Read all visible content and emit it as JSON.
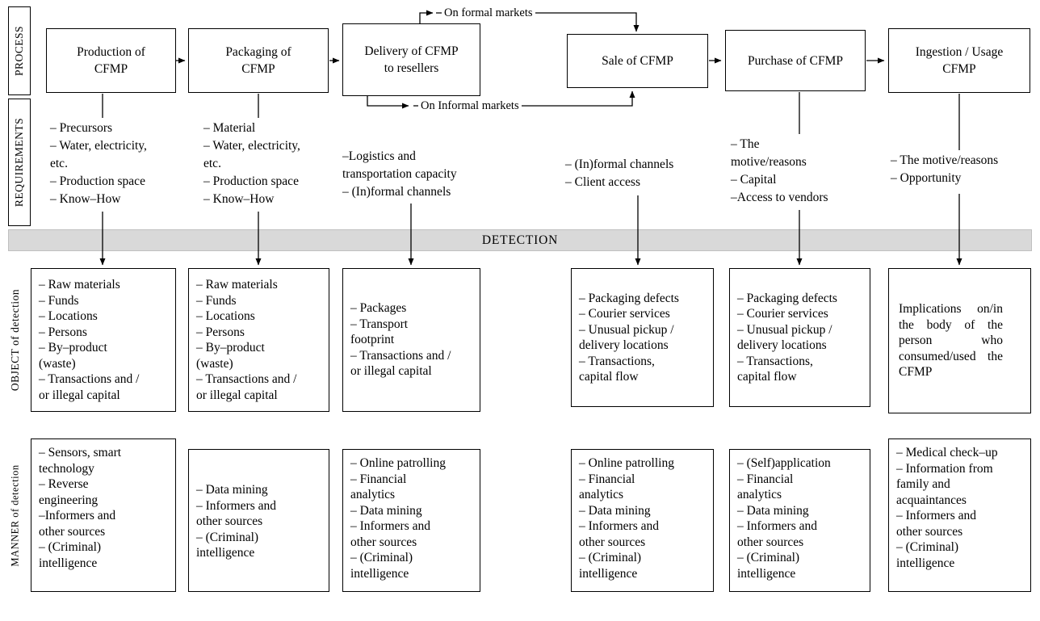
{
  "colors": {
    "detection_bar_bg": "#d9d9d9",
    "line_color": "#000000"
  },
  "row_labels": {
    "process": "PROCESS",
    "requirements": "REQUIREMENTS",
    "object": "OBJECT of detection",
    "manner": "MANNER of detection"
  },
  "detection": {
    "label": "DETECTION"
  },
  "market_routes": {
    "formal": "On formal markets",
    "informal": "On Informal markets"
  },
  "columns": [
    {
      "id": "production",
      "process": "Production of\nCFMP",
      "requirements": "– Precursors\n– Water, electricity,\netc.\n– Production space\n– Know–How",
      "object": "– Raw materials\n– Funds\n– Locations\n– Persons\n– By–product\n(waste)\n– Transactions and /\nor illegal capital",
      "manner": "– Sensors, smart\ntechnology\n– Reverse\nengineering\n–Informers and\nother sources\n– (Criminal)\nintelligence"
    },
    {
      "id": "packaging",
      "process": "Packaging of\nCFMP",
      "requirements": "– Material\n– Water, electricity,\netc.\n– Production space\n– Know–How",
      "object": "– Raw materials\n– Funds\n– Locations\n– Persons\n– By–product\n(waste)\n– Transactions and /\nor illegal capital",
      "manner": "– Data mining\n– Informers and\nother sources\n– (Criminal)\nintelligence"
    },
    {
      "id": "delivery",
      "process": "Delivery of CFMP\nto resellers",
      "requirements": "–Logistics and\ntransportation capacity\n– (In)formal channels",
      "object": "– Packages\n– Transport\nfootprint\n– Transactions and /\nor illegal capital",
      "manner": "– Online patrolling\n– Financial\nanalytics\n– Data mining\n– Informers and\nother sources\n– (Criminal)\nintelligence"
    },
    {
      "id": "sale",
      "process": "Sale of CFMP",
      "requirements": "– (In)formal channels\n– Client access",
      "object": "– Packaging defects\n– Courier services\n– Unusual pickup /\ndelivery locations\n– Transactions,\ncapital flow",
      "manner": "– Online patrolling\n– Financial\nanalytics\n– Data mining\n– Informers and\nother sources\n– (Criminal)\nintelligence"
    },
    {
      "id": "purchase",
      "process": "Purchase of CFMP",
      "requirements": "– The\nmotive/reasons\n– Capital\n–Access to vendors",
      "object": "– Packaging defects\n– Courier services\n– Unusual pickup /\ndelivery locations\n– Transactions,\ncapital flow",
      "manner": "– (Self)application\n– Financial\nanalytics\n– Data mining\n– Informers and\nother sources\n– (Criminal)\nintelligence"
    },
    {
      "id": "ingestion",
      "process": "Ingestion / Usage\nCFMP",
      "requirements": "– The motive/reasons\n– Opportunity",
      "object": "Implications on/in the body of the person who consumed/used the CFMP",
      "manner": "– Medical check–up\n– Information from\nfamily and\nacquaintances\n– Informers and\nother sources\n– (Criminal)\nintelligence"
    }
  ]
}
